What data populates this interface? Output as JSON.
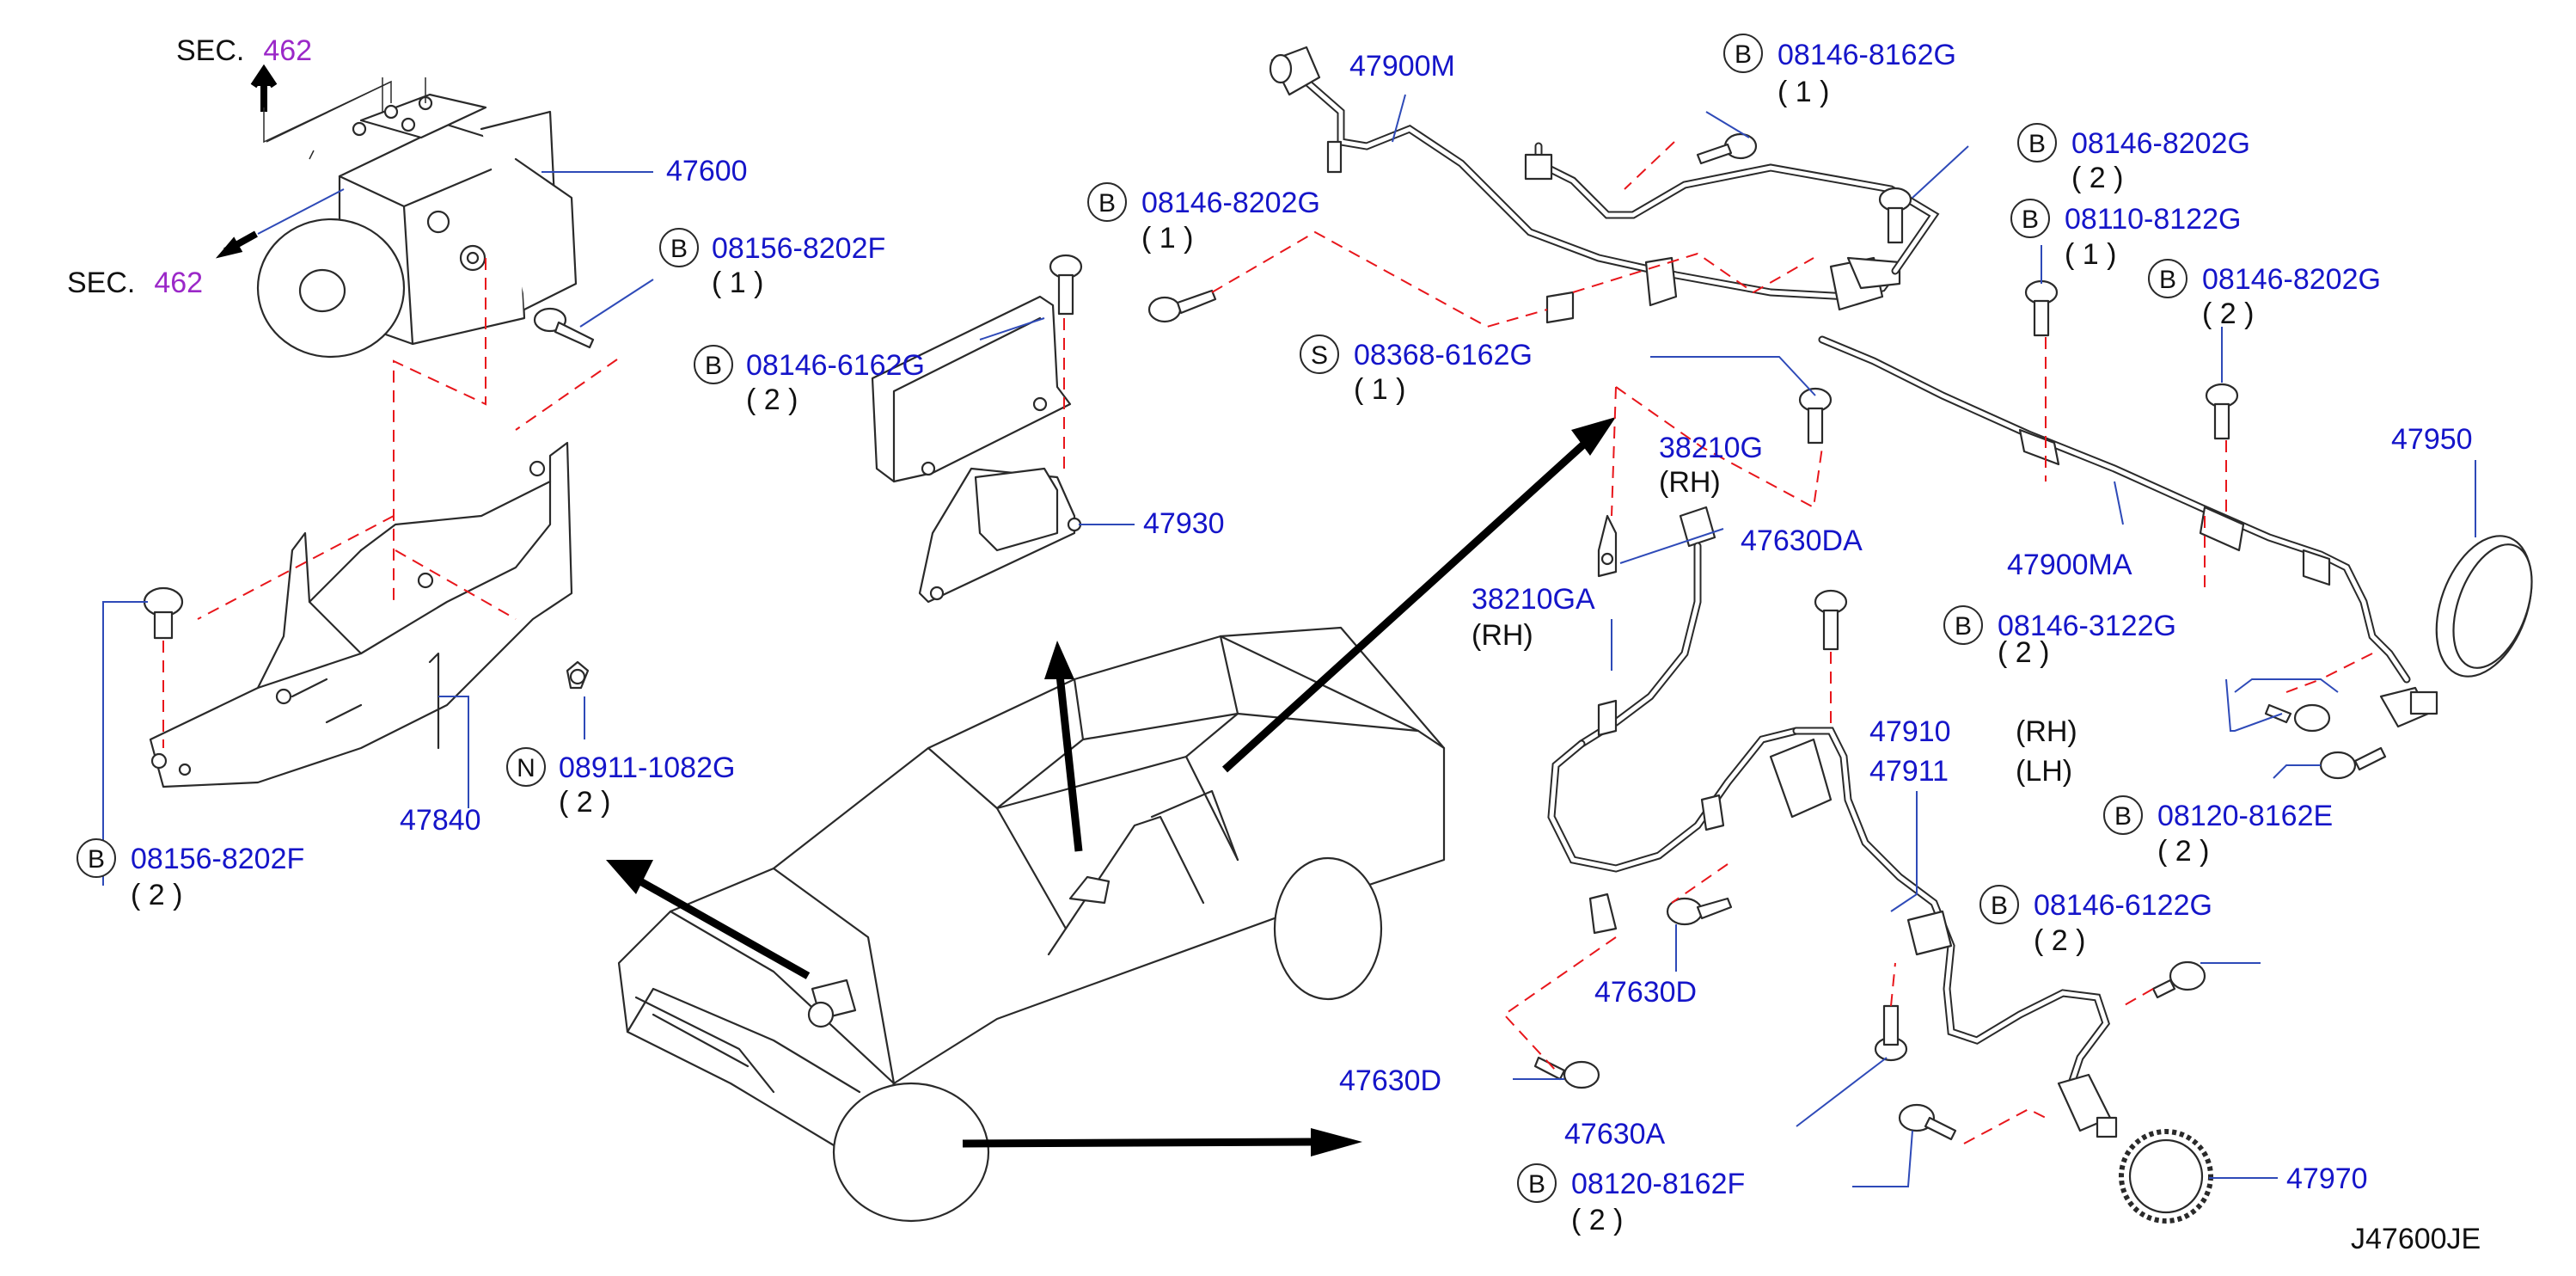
{
  "diagram_code": "J47600JE",
  "sections": [
    {
      "prefix": "SEC.",
      "number": "462"
    },
    {
      "prefix": "SEC.",
      "number": "462"
    }
  ],
  "callouts": [
    {
      "id": "c1",
      "marker": "B",
      "part": "08146-8162G",
      "qty": "( 1 )"
    },
    {
      "id": "c2",
      "marker": "B",
      "part": "08146-8202G",
      "qty": "( 2 )"
    },
    {
      "id": "c3",
      "marker": "B",
      "part": "08110-8122G",
      "qty": "( 1 )"
    },
    {
      "id": "c4",
      "marker": "B",
      "part": "08146-8202G",
      "qty": "( 2 )"
    },
    {
      "id": "c5",
      "marker": "B",
      "part": "08146-8202G",
      "qty": "( 1 )"
    },
    {
      "id": "c6",
      "marker": "B",
      "part": "08156-8202F",
      "qty": "( 1 )"
    },
    {
      "id": "c7",
      "marker": "B",
      "part": "08146-6162G",
      "qty": "( 2 )"
    },
    {
      "id": "c8",
      "marker": "S",
      "part": "08368-6162G",
      "qty": "( 1 )"
    },
    {
      "id": "c9",
      "marker": "N",
      "part": "08911-1082G",
      "qty": "( 2 )"
    },
    {
      "id": "c10",
      "marker": "B",
      "part": "08156-8202F",
      "qty": "( 2 )"
    },
    {
      "id": "c11",
      "marker": "B",
      "part": "08120-8162E",
      "qty": "( 2 )"
    },
    {
      "id": "c12",
      "marker": "B",
      "part": "08146-6122G",
      "qty": "( 2 )"
    },
    {
      "id": "c13",
      "marker": "B",
      "part": "08120-8162F",
      "qty": "( 2 )"
    },
    {
      "id": "c14",
      "marker": "B",
      "part": "08146-3122G",
      "qty": "( 2 )"
    }
  ],
  "parts": [
    {
      "id": "p47900M",
      "text": "47900M"
    },
    {
      "id": "p47600",
      "text": "47600"
    },
    {
      "id": "p47930",
      "text": "47930"
    },
    {
      "id": "p38210G",
      "text": "38210G"
    },
    {
      "id": "p38210G_side",
      "text": "(RH)"
    },
    {
      "id": "p47630DA",
      "text": "47630DA"
    },
    {
      "id": "p38210GA",
      "text": "38210GA"
    },
    {
      "id": "p38210GA_side",
      "text": "(RH)"
    },
    {
      "id": "p47900MA",
      "text": "47900MA"
    },
    {
      "id": "p47950",
      "text": "47950"
    },
    {
      "id": "p47840",
      "text": "47840"
    },
    {
      "id": "p47910",
      "text": "47910"
    },
    {
      "id": "p47910_side",
      "text": "(RH)"
    },
    {
      "id": "p47911",
      "text": "47911"
    },
    {
      "id": "p47911_side",
      "text": "(LH)"
    },
    {
      "id": "p47630D_a",
      "text": "47630D"
    },
    {
      "id": "p47630D_b",
      "text": "47630D"
    },
    {
      "id": "p47630A",
      "text": "47630A"
    },
    {
      "id": "p47970",
      "text": "47970"
    }
  ],
  "colors": {
    "part_number": "#1515c9",
    "section_ref": "#9b28c8",
    "dashed_guide": "#e8161b",
    "leader": "#2e4ab8",
    "outline": "#2a2a2a"
  }
}
